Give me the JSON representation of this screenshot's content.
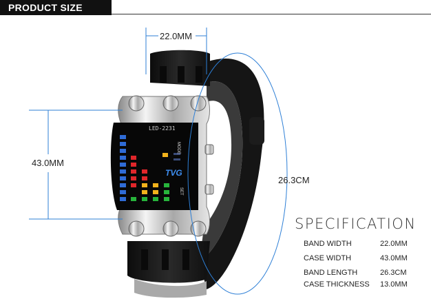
{
  "header": {
    "title": "PRODUCT SIZE"
  },
  "dimensions": {
    "band_width": "22.0MM",
    "case_width": "43.0MM",
    "band_length": "26.3CM"
  },
  "watch": {
    "brand": "TVG",
    "model": "LED-2231",
    "mode_label": "MODE",
    "set_label": "SET"
  },
  "specification": {
    "title": "SPECIFICATION",
    "rows": [
      {
        "label": "BAND WIDTH",
        "value": "22.0MM"
      },
      {
        "label": "CASE WIDTH",
        "value": "43.0MM"
      },
      {
        "label": "BAND LENGTH",
        "value": "26.3CM"
      },
      {
        "label": "CASE THICKNESS",
        "value": "13.0MM"
      }
    ]
  },
  "colors": {
    "dimension_line": "#2d7fd6",
    "band": "#1a1a1a",
    "case": "#c9c9c9"
  }
}
